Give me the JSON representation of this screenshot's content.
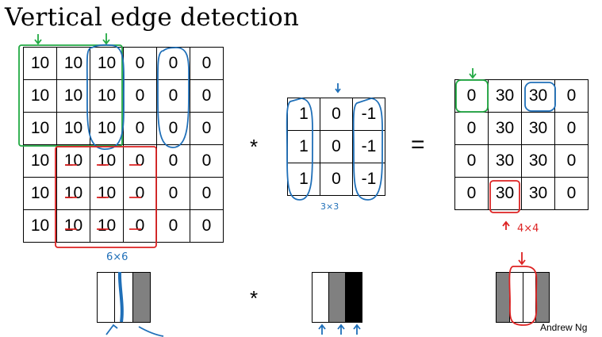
{
  "title": "Vertical edge detection",
  "input_matrix": [
    [
      "10",
      "10",
      "10",
      "0",
      "0",
      "0"
    ],
    [
      "10",
      "10",
      "10",
      "0",
      "0",
      "0"
    ],
    [
      "10",
      "10",
      "10",
      "0",
      "0",
      "0"
    ],
    [
      "10",
      "10",
      "10",
      "0",
      "0",
      "0"
    ],
    [
      "10",
      "10",
      "10",
      "0",
      "0",
      "0"
    ],
    [
      "10",
      "10",
      "10",
      "0",
      "0",
      "0"
    ]
  ],
  "filter_matrix": [
    [
      "1",
      "0",
      "-1"
    ],
    [
      "1",
      "0",
      "-1"
    ],
    [
      "1",
      "0",
      "-1"
    ]
  ],
  "output_matrix": [
    [
      "0",
      "30",
      "30",
      "0"
    ],
    [
      "0",
      "30",
      "30",
      "0"
    ],
    [
      "0",
      "30",
      "30",
      "0"
    ],
    [
      "0",
      "30",
      "30",
      "0"
    ]
  ],
  "operators": {
    "convolve": "*",
    "equals": "="
  },
  "dimension_labels": {
    "input": "6×6",
    "filter": "3×3",
    "output": "4×4"
  },
  "strips": {
    "input": [
      "#ffffff",
      "#ffffff",
      "#808080"
    ],
    "filter": [
      "#ffffff",
      "#808080",
      "#000000"
    ],
    "output": [
      "#808080",
      "#ffffff",
      "#ffffff",
      "#808080"
    ]
  },
  "annotation_colors": {
    "green": "#22aa44",
    "blue": "#1f6fb8",
    "red": "#dd2222"
  },
  "credit": "Andrew Ng"
}
